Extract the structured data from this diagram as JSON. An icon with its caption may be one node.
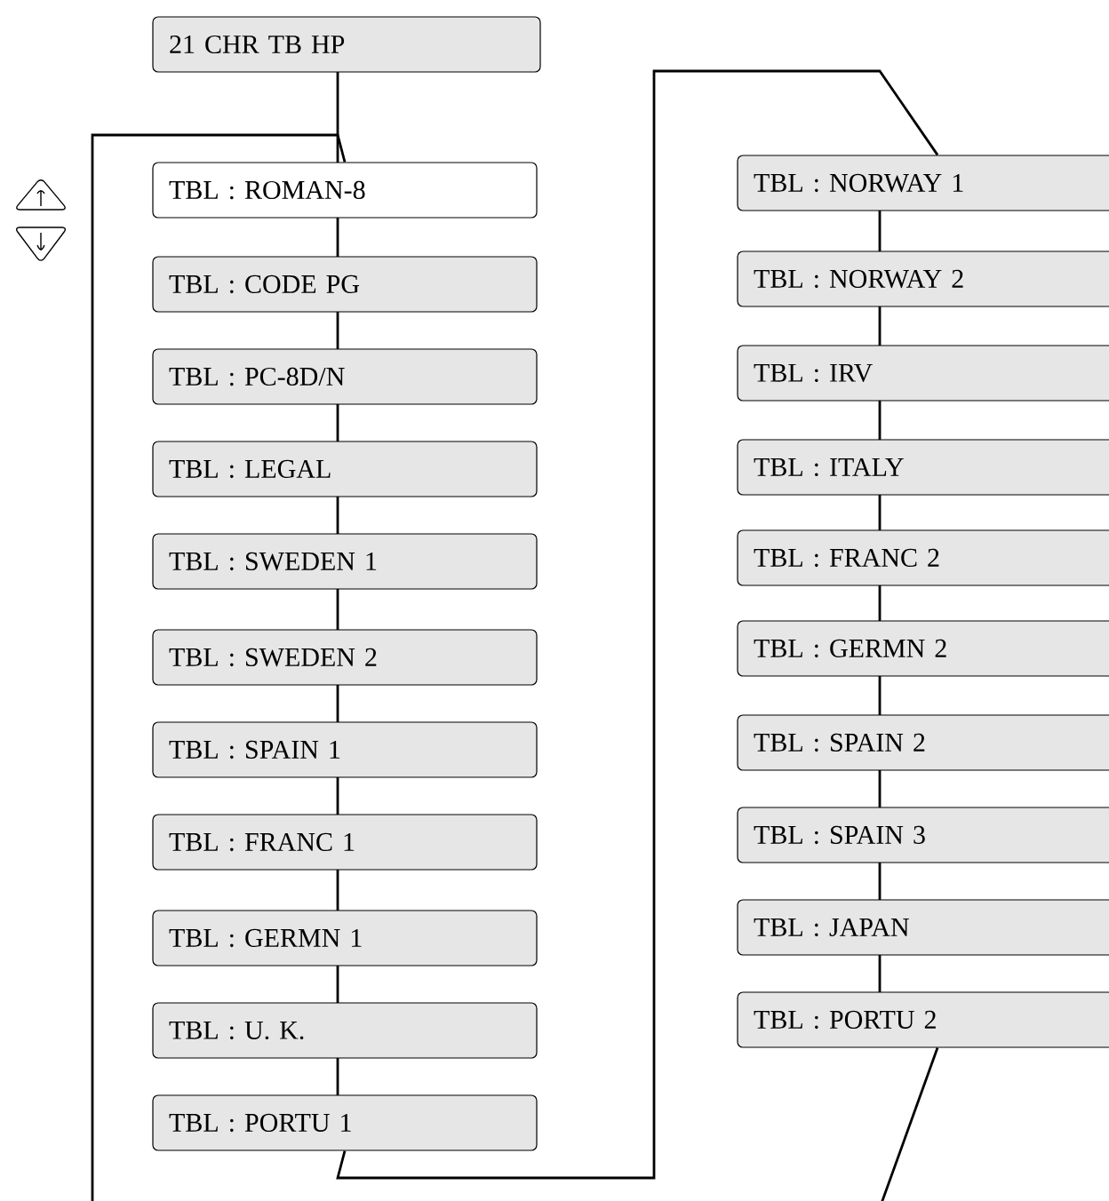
{
  "diagram": {
    "nodes": [
      {
        "text": [
          "21 CHR TB HP"
        ]
      },
      {
        "text": [
          "TBL : ROMAN-8"
        ]
      },
      {
        "text": [
          "TBL : CODE PG"
        ]
      },
      {
        "text": [
          "TBL : PC-8D/N"
        ]
      },
      {
        "text": [
          "TBL : LEGAL"
        ]
      },
      {
        "text": [
          "TBL : SWEDEN 1"
        ]
      },
      {
        "text": [
          "TBL : SWEDEN 2"
        ]
      },
      {
        "text": [
          "TBL : SPAIN 1"
        ]
      },
      {
        "text": [
          "TBL : FRANC 1"
        ]
      },
      {
        "text": [
          "TBL : GERMN 1"
        ]
      },
      {
        "text": [
          "TBL : U. K."
        ]
      },
      {
        "text": [
          "TBL : PORTU 1"
        ]
      },
      {
        "text": [
          "TBL : NORWAY 1"
        ]
      },
      {
        "text": [
          "TBL : NORWAY 2"
        ]
      },
      {
        "text": [
          "TBL : IRV"
        ]
      },
      {
        "text": [
          "TBL : ITALY"
        ]
      },
      {
        "text": [
          "TBL : FRANC 2"
        ]
      },
      {
        "text": [
          "TBL : GERMN 2"
        ]
      },
      {
        "text": [
          "TBL : SPAIN 2"
        ]
      },
      {
        "text": [
          "TBL : SPAIN 3"
        ]
      },
      {
        "text": [
          "TBL : JAPAN"
        ]
      },
      {
        "text": [
          "TBL : PORTU 2"
        ]
      }
    ],
    "edges": [
      {
        "from": 0,
        "to": 1,
        "arrow": "none"
      },
      {
        "from": null,
        "to": 1,
        "arrow": "none"
      },
      {
        "from": 1,
        "to": 2,
        "arrow": "none"
      },
      {
        "from": 2,
        "to": 3,
        "arrow": "none"
      },
      {
        "from": 3,
        "to": 4,
        "arrow": "none"
      },
      {
        "from": 4,
        "to": 5,
        "arrow": "none"
      },
      {
        "from": 5,
        "to": 6,
        "arrow": "none"
      },
      {
        "from": 6,
        "to": 7,
        "arrow": "none"
      },
      {
        "from": 7,
        "to": 8,
        "arrow": "none"
      },
      {
        "from": 8,
        "to": 9,
        "arrow": "none"
      },
      {
        "from": 9,
        "to": 10,
        "arrow": "none"
      },
      {
        "from": 10,
        "to": 11,
        "arrow": "none"
      },
      {
        "from": 11,
        "to": 12,
        "arrow": "none"
      },
      {
        "from": 12,
        "to": 13,
        "arrow": "none"
      },
      {
        "from": 13,
        "to": 14,
        "arrow": "none"
      },
      {
        "from": 14,
        "to": 15,
        "arrow": "none"
      },
      {
        "from": 15,
        "to": 16,
        "arrow": "none"
      },
      {
        "from": 16,
        "to": 17,
        "arrow": "none"
      },
      {
        "from": 17,
        "to": 18,
        "arrow": "none"
      },
      {
        "from": 18,
        "to": 19,
        "arrow": "none"
      },
      {
        "from": 19,
        "to": 20,
        "arrow": "none"
      },
      {
        "from": 20,
        "to": 21,
        "arrow": "none"
      },
      {
        "from": 21,
        "to": null,
        "arrow": "none"
      }
    ]
  }
}
